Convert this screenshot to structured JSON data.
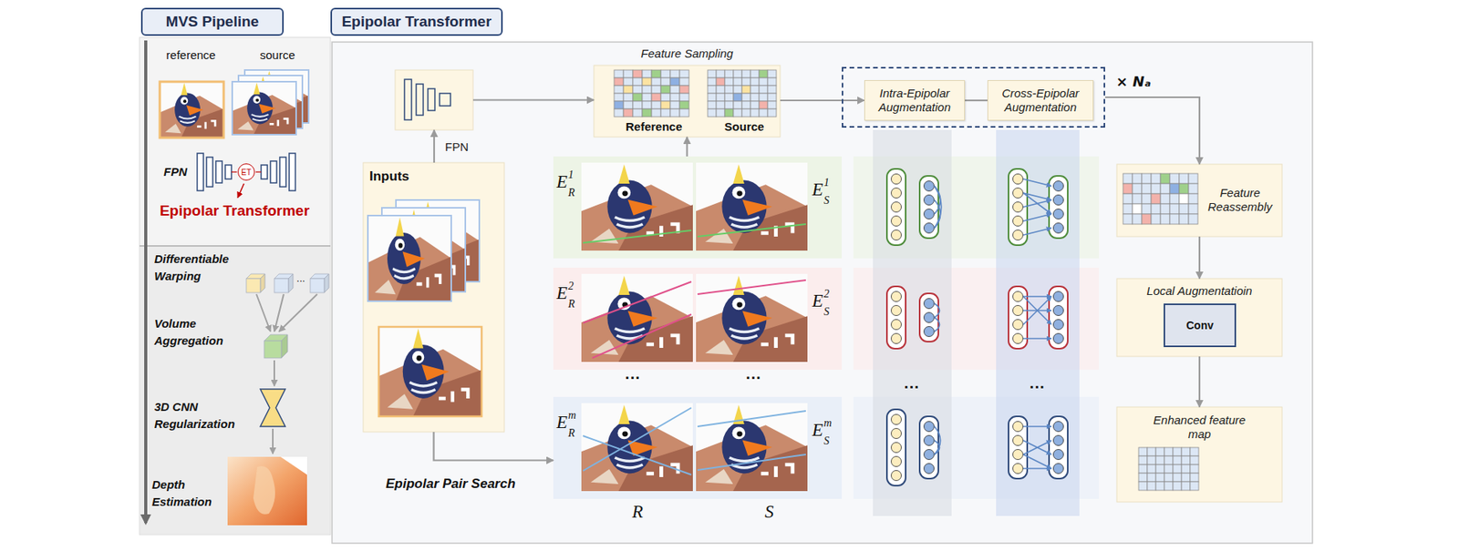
{
  "diagram": {
    "nodes": [
      {
        "text": [
          "MVS Pipeline"
        ]
      },
      {
        "text": [
          "ET"
        ]
      },
      {
        "text": [
          "Epipolar Transformer"
        ]
      },
      {
        "text": [
          "Inputs"
        ]
      },
      {
        "text": [
          "FPN"
        ]
      },
      {
        "text": [
          "Feature Sampling",
          "Reference",
          "Source"
        ]
      },
      {
        "text": [
          "× Nₐ"
        ]
      },
      {
        "text": [
          "Intra-Epipolar Augmentation"
        ],
        "in": 6
      },
      {
        "text": [
          "Cross-Epipolar Augmentation"
        ],
        "in": 6
      },
      {
        "text": [
          "E",
          "R",
          "1",
          "E",
          "S",
          "1"
        ]
      },
      {
        "text": [
          "E",
          "R",
          "2",
          "E",
          "S",
          "2"
        ]
      },
      {
        "text": [
          "E",
          "R",
          "m",
          "E",
          "S",
          "m"
        ]
      },
      {
        "text": [
          "Feature Reassembly"
        ]
      },
      {
        "text": [
          "Local Augmentatioin"
        ]
      },
      {
        "text": [
          "Conv"
        ],
        "in": 13
      },
      {
        "text": [
          "Enhanced feature map"
        ]
      }
    ],
    "edges": [
      {
        "from": 3,
        "to": 4,
        "arrow": "to"
      },
      {
        "from": 4,
        "to": 5,
        "arrow": "to"
      },
      {
        "from": 9,
        "to": 5,
        "arrow": "to"
      },
      {
        "from": 5,
        "to": 7,
        "arrow": "to"
      },
      {
        "from": 7,
        "to": 8,
        "arrow": "none"
      },
      {
        "from": 6,
        "to": 12,
        "arrow": "to"
      },
      {
        "from": 12,
        "to": 13,
        "arrow": "to"
      },
      {
        "from": 13,
        "to": 15,
        "arrow": "to"
      },
      {
        "from": 3,
        "to": 11,
        "arrow": "to"
      }
    ],
    "labels": [
      "reference",
      "source",
      "FPN",
      "Epipolar Transformer",
      "Differentiable Warping",
      "...",
      "Volume Aggregation",
      "3D CNN Regularization",
      "Depth Estimation",
      "···",
      "···",
      "···",
      "···",
      "Epipolar Pair Search",
      "R",
      "S"
    ]
  }
}
